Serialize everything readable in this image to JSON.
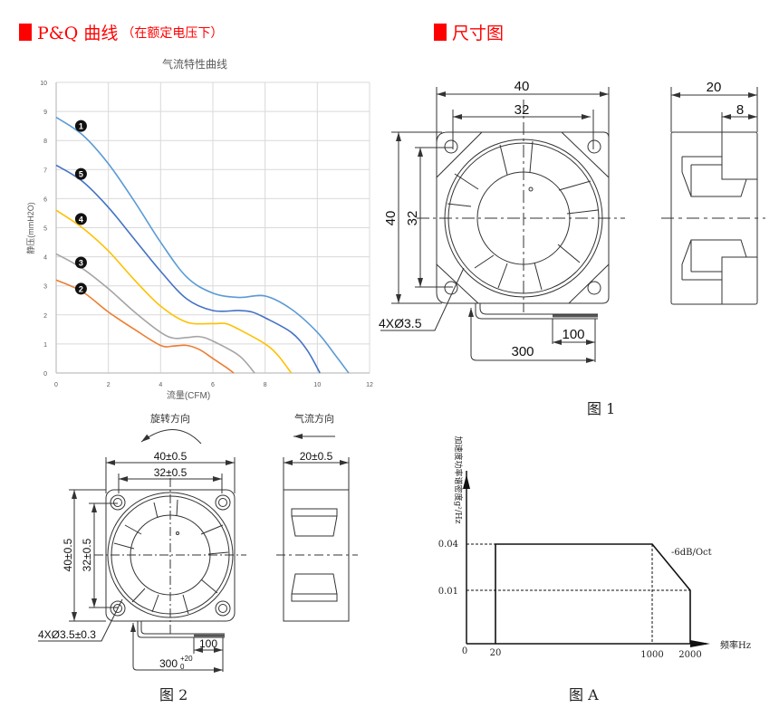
{
  "sections": {
    "pq": {
      "title": "P&Q 曲线",
      "subtitle": "（在额定电压下）"
    },
    "dims": {
      "title": "尺寸图"
    }
  },
  "figure1": {
    "caption": "图 1",
    "front": {
      "width": "40",
      "hole_spacing": "32",
      "height": "40",
      "hole_spacing_v": "32",
      "holes": "4XØ3.5",
      "lead_length": "300",
      "strip_length": "100"
    },
    "side": {
      "depth": "20",
      "step": "8"
    }
  },
  "figure2": {
    "caption": "图 2",
    "rotation_label": "旋转方向",
    "airflow_label": "气流方向",
    "front": {
      "width": "40±0.5",
      "hole_spacing": "32±0.5",
      "height": "40±0.5",
      "hole_spacing_v": "32±0.5",
      "holes": "4XØ3.5±0.3",
      "lead_length": "300",
      "lead_tol_upper": "+20",
      "lead_tol_lower": "0",
      "strip_length": "100"
    },
    "side": {
      "depth": "20±0.5"
    }
  },
  "chart_data": [
    {
      "type": "line",
      "title": "气流特性曲线",
      "xlabel": "流量(CFM)",
      "ylabel": "静压(mmH2O)",
      "xlim": [
        0,
        12
      ],
      "ylim": [
        0,
        10
      ],
      "xticks": [
        "0",
        "2",
        "4",
        "6",
        "8",
        "10",
        "12"
      ],
      "yticks": [
        "0",
        "1",
        "2",
        "3",
        "4",
        "5",
        "6",
        "7",
        "8",
        "9",
        "10"
      ],
      "grid": true,
      "series": [
        {
          "name": "❶",
          "color": "#5b9bd5",
          "points": [
            [
              0,
              8.8
            ],
            [
              1,
              8.2
            ],
            [
              2,
              7.2
            ],
            [
              3,
              5.9
            ],
            [
              4,
              4.5
            ],
            [
              5,
              3.3
            ],
            [
              6,
              2.75
            ],
            [
              7,
              2.6
            ],
            [
              8,
              2.65
            ],
            [
              9,
              2.2
            ],
            [
              10,
              1.4
            ],
            [
              10.7,
              0.6
            ],
            [
              11.2,
              0
            ]
          ]
        },
        {
          "name": "❷",
          "color": "#ed7d31",
          "points": [
            [
              0,
              3.2
            ],
            [
              1,
              2.8
            ],
            [
              2,
              2.1
            ],
            [
              3,
              1.5
            ],
            [
              4,
              0.95
            ],
            [
              4.5,
              0.93
            ],
            [
              5,
              0.95
            ],
            [
              5.5,
              0.8
            ],
            [
              6,
              0.5
            ],
            [
              6.5,
              0.2
            ],
            [
              6.8,
              0
            ]
          ]
        },
        {
          "name": "❸",
          "color": "#a5a5a5",
          "points": [
            [
              0,
              4.1
            ],
            [
              1,
              3.6
            ],
            [
              2,
              2.9
            ],
            [
              3,
              2.1
            ],
            [
              4,
              1.4
            ],
            [
              4.5,
              1.2
            ],
            [
              5,
              1.22
            ],
            [
              5.5,
              1.25
            ],
            [
              6,
              1.1
            ],
            [
              7,
              0.6
            ],
            [
              7.6,
              0
            ]
          ]
        },
        {
          "name": "❹",
          "color": "#ffc000",
          "points": [
            [
              0,
              5.6
            ],
            [
              1,
              5.0
            ],
            [
              2,
              4.2
            ],
            [
              3,
              3.2
            ],
            [
              4,
              2.3
            ],
            [
              5,
              1.75
            ],
            [
              6,
              1.7
            ],
            [
              6.5,
              1.7
            ],
            [
              7,
              1.5
            ],
            [
              8,
              1.0
            ],
            [
              8.5,
              0.6
            ],
            [
              9,
              0
            ]
          ]
        },
        {
          "name": "❺",
          "color": "#4472c4",
          "points": [
            [
              0,
              7.15
            ],
            [
              1,
              6.6
            ],
            [
              2,
              5.7
            ],
            [
              3,
              4.6
            ],
            [
              4,
              3.5
            ],
            [
              5,
              2.55
            ],
            [
              6,
              2.15
            ],
            [
              7,
              2.15
            ],
            [
              7.5,
              2.1
            ],
            [
              8,
              1.9
            ],
            [
              9,
              1.4
            ],
            [
              9.6,
              0.8
            ],
            [
              10.1,
              0
            ]
          ]
        }
      ]
    },
    {
      "type": "line",
      "title": "",
      "xlabel": "频率Hz",
      "ylabel": "加速度功率谱密度g²/Hz",
      "xticks": [
        "0",
        "20",
        "1000",
        "2000"
      ],
      "yticks": [
        "0.01",
        "0.04"
      ],
      "annotation": "-6dB/Oct",
      "caption": "图 A",
      "series": [
        {
          "name": "PSD",
          "points": [
            [
              20,
              0
            ],
            [
              20,
              0.04
            ],
            [
              1000,
              0.04
            ],
            [
              2000,
              0.01
            ],
            [
              2000,
              0
            ]
          ]
        }
      ]
    }
  ]
}
